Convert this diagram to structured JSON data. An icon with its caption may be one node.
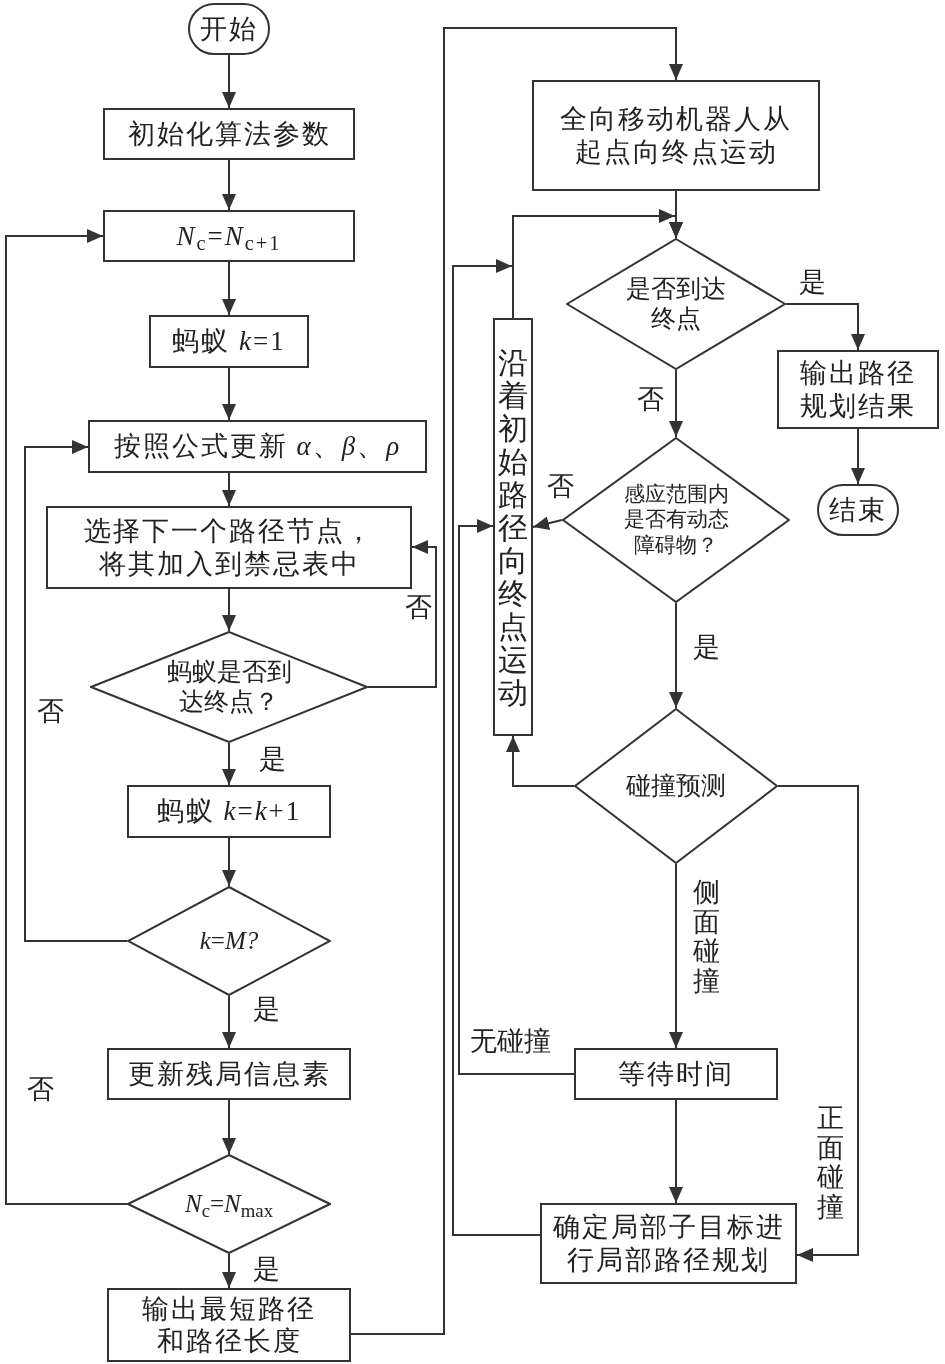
{
  "diagram": {
    "nodes": [
      {
        "text": [
          "开始"
        ]
      },
      {
        "text": [
          "初始化算法参数"
        ]
      },
      {
        "text": [
          "*N*$_{c}$=*N*$_{c+1}$"
        ]
      },
      {
        "text": [
          "蚂蚁 *k*=1"
        ]
      },
      {
        "text": [
          "按照公式更新 *α*、*β*、*ρ*"
        ]
      },
      {
        "text": [
          "选择下一个路径节点，将其加入到禁忌表中"
        ]
      },
      {
        "text": [
          "蚂蚁是否到达终点？"
        ]
      },
      {
        "text": [
          "蚂蚁 *k*=*k*+1"
        ]
      },
      {
        "text": [
          "*k*=*M?*"
        ]
      },
      {
        "text": [
          "更新残局信息素"
        ]
      },
      {
        "text": [
          "*N*$_{c}$=*N*$_{max}$"
        ]
      },
      {
        "text": [
          "输出最短路径和路径长度"
        ]
      },
      {
        "text": [
          "全向移动机器人从起点向终点运动"
        ]
      },
      {
        "text": [
          "是否到达终点"
        ]
      },
      {
        "text": [
          "输出路径规划结果"
        ]
      },
      {
        "text": [
          "结束"
        ]
      },
      {
        "text": [
          "感应范围内是否有动态障碍物？"
        ]
      },
      {
        "text": [
          "沿着初始路径向终点运动"
        ]
      },
      {
        "text": [
          "碰撞预测"
        ]
      },
      {
        "text": [
          "等待时间"
        ]
      },
      {
        "text": [
          "确定局部子目标进行局部路径规划"
        ]
      }
    ],
    "edges": [
      {
        "from": 0,
        "to": 1,
        "arrow": "to"
      },
      {
        "from": 1,
        "to": 2,
        "arrow": "to"
      },
      {
        "from": 2,
        "to": 3,
        "arrow": "to"
      },
      {
        "from": 3,
        "to": 4,
        "arrow": "to"
      },
      {
        "from": 4,
        "to": 5,
        "arrow": "to"
      },
      {
        "from": 5,
        "to": 6,
        "arrow": "to"
      },
      {
        "from": 6,
        "to": 5,
        "arrow": "to",
        "label": "否"
      },
      {
        "from": 6,
        "to": 7,
        "arrow": "to",
        "label": "是"
      },
      {
        "from": 7,
        "to": 8,
        "arrow": "to"
      },
      {
        "from": 8,
        "to": 4,
        "arrow": "to",
        "label": "否"
      },
      {
        "from": 8,
        "to": 9,
        "arrow": "to",
        "label": "是"
      },
      {
        "from": 9,
        "to": 10,
        "arrow": "to"
      },
      {
        "from": 10,
        "to": 2,
        "arrow": "to",
        "label": "否"
      },
      {
        "from": 10,
        "to": 11,
        "arrow": "to",
        "label": "是"
      },
      {
        "from": 11,
        "to": 12,
        "arrow": "to"
      },
      {
        "from": 12,
        "to": 13,
        "arrow": "to"
      },
      {
        "from": 13,
        "to": 14,
        "arrow": "to",
        "label": "是"
      },
      {
        "from": 13,
        "to": 16,
        "arrow": "to",
        "label": "否"
      },
      {
        "from": 14,
        "to": 15,
        "arrow": "to"
      },
      {
        "from": 16,
        "to": 17,
        "arrow": "to",
        "label": "否"
      },
      {
        "from": 16,
        "to": 18,
        "arrow": "to",
        "label": "是"
      },
      {
        "from": 17,
        "to": 13,
        "arrow": "to"
      },
      {
        "from": 18,
        "to": 17,
        "arrow": "to"
      },
      {
        "from": 18,
        "to": 19,
        "arrow": "to",
        "label": "侧面碰撞"
      },
      {
        "from": 18,
        "to": 20,
        "arrow": "to",
        "label": "正面碰撞"
      },
      {
        "from": 19,
        "to": 17,
        "arrow": "to",
        "label": "无碰撞"
      },
      {
        "from": 19,
        "to": 20,
        "arrow": "to"
      },
      {
        "from": 20,
        "to": 13,
        "arrow": "to"
      }
    ]
  }
}
